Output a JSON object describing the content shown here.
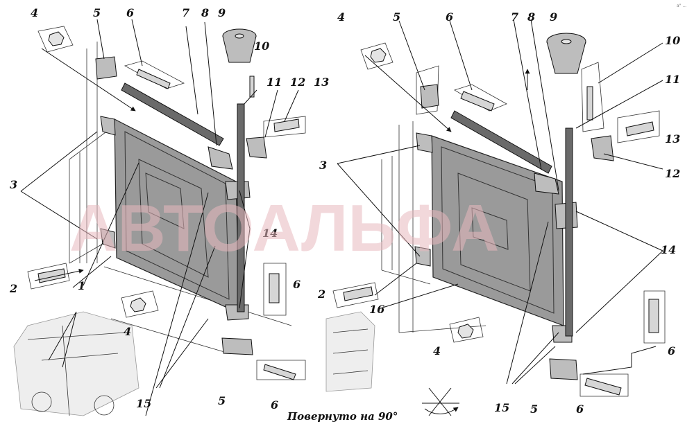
{
  "left_view": {
    "callouts": [
      "1",
      "2",
      "3",
      "4",
      "4",
      "5",
      "5",
      "6",
      "6",
      "7",
      "8",
      "9",
      "10",
      "11",
      "12",
      "13",
      "14",
      "15"
    ]
  },
  "right_view": {
    "callouts": [
      "2",
      "3",
      "4",
      "4",
      "5",
      "5",
      "6",
      "6",
      "7",
      "8",
      "9",
      "10",
      "11",
      "12",
      "13",
      "14",
      "15",
      "16"
    ]
  },
  "caption": "Повернуто на 90°",
  "watermark": "АВТОАЛЬФА",
  "corner_mark": "a\" ..."
}
